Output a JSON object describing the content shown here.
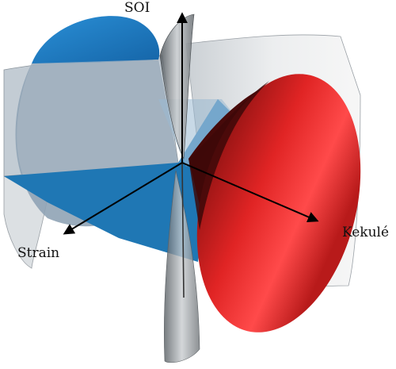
{
  "axes": {
    "vertical_label": "SOI",
    "left_label": "Strain",
    "right_label": "Kekulé"
  },
  "colors": {
    "blue_surface": "#1f77b4",
    "red_cone": "#e32626",
    "translucent_surface": "#c8cdd2",
    "axis": "#000000"
  }
}
